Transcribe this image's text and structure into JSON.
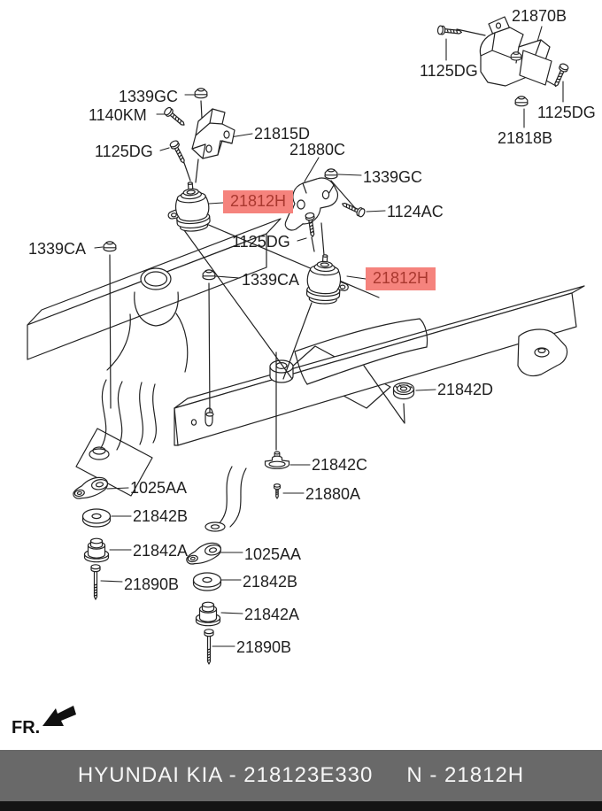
{
  "page": {
    "background": "#ffffff",
    "line_color": "#222222"
  },
  "footer": {
    "brand_code": "HYUNDAI  KIA - 218123E330",
    "part_code": "N - 21812H",
    "bg": "#696969"
  },
  "orientation": {
    "fr_label": "FR."
  },
  "highlight": {
    "bg": "#f5837d",
    "text_color": "#a9382f"
  },
  "labels": [
    {
      "id": "1125dg-1",
      "text": "1125DG",
      "highlighted": false
    },
    {
      "id": "21870b",
      "text": "21870B",
      "highlighted": false
    },
    {
      "id": "1125dg-2",
      "text": "1125DG",
      "highlighted": false
    },
    {
      "id": "21818b",
      "text": "21818B",
      "highlighted": false
    },
    {
      "id": "1339gc-1",
      "text": "1339GC",
      "highlighted": false
    },
    {
      "id": "1140km",
      "text": "1140KM",
      "highlighted": false
    },
    {
      "id": "21815d",
      "text": "21815D",
      "highlighted": false
    },
    {
      "id": "1125dg-3",
      "text": "1125DG",
      "highlighted": false
    },
    {
      "id": "21812h-1",
      "text": "21812H",
      "highlighted": true
    },
    {
      "id": "21880c",
      "text": "21880C",
      "highlighted": false
    },
    {
      "id": "1339gc-2",
      "text": "1339GC",
      "highlighted": false
    },
    {
      "id": "1124ac",
      "text": "1124AC",
      "highlighted": false
    },
    {
      "id": "1125dg-4",
      "text": "1125DG",
      "highlighted": false
    },
    {
      "id": "1339ca-2",
      "text": "1339CA",
      "highlighted": false
    },
    {
      "id": "21812h-2",
      "text": "21812H",
      "highlighted": true
    },
    {
      "id": "1339ca-1",
      "text": "1339CA",
      "highlighted": false
    },
    {
      "id": "21842d",
      "text": "21842D",
      "highlighted": false
    },
    {
      "id": "21842c",
      "text": "21842C",
      "highlighted": false
    },
    {
      "id": "21880a",
      "text": "21880A",
      "highlighted": false
    },
    {
      "id": "1025aa-1",
      "text": "1025AA",
      "highlighted": false
    },
    {
      "id": "21842b-1",
      "text": "21842B",
      "highlighted": false
    },
    {
      "id": "21842a-1",
      "text": "21842A",
      "highlighted": false
    },
    {
      "id": "21890b-1",
      "text": "21890B",
      "highlighted": false
    },
    {
      "id": "1025aa-2",
      "text": "1025AA",
      "highlighted": false
    },
    {
      "id": "21842b-2",
      "text": "21842B",
      "highlighted": false
    },
    {
      "id": "21842a-2",
      "text": "21842A",
      "highlighted": false
    },
    {
      "id": "21890b-2",
      "text": "21890B",
      "highlighted": false
    }
  ]
}
